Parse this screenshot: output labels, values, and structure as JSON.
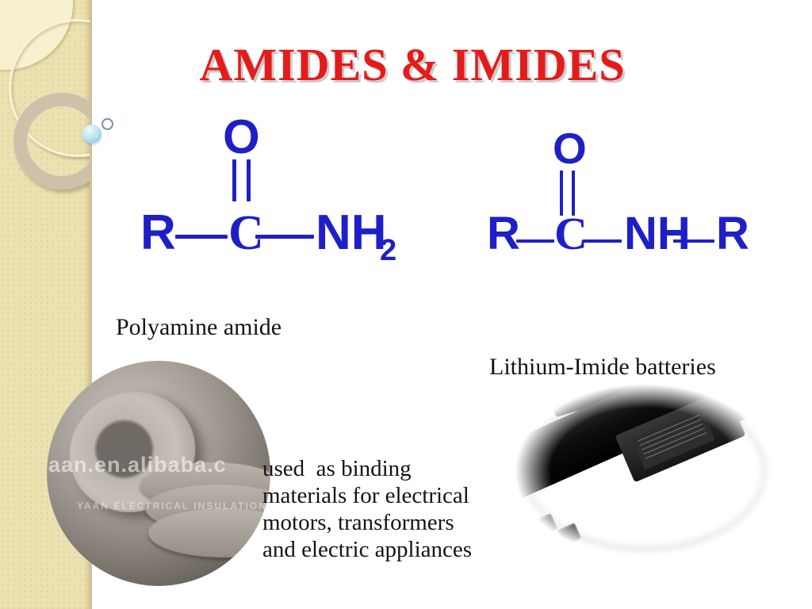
{
  "slide": {
    "title": "AMIDES & IMIDES",
    "structures": {
      "amide": {
        "o": "O",
        "r": "R",
        "c": "C",
        "n": "NH",
        "sub": "2"
      },
      "imide": {
        "o": "O",
        "r1": "R",
        "c": "C",
        "n": "NH",
        "r2": "R"
      }
    },
    "captions": {
      "polyamine": "Polyamine amide",
      "lithium": "Lithium-Imide batteries"
    },
    "usage_lines": [
      "used  as binding",
      "materials for electrical",
      "motors, transformers",
      "and electric appliances"
    ],
    "watermarks": {
      "line1": "aan.en.alibaba.c",
      "line2": "YAAN ELECTRICAL INSULATION"
    },
    "colors": {
      "title_red": "#e41b1b",
      "structure_blue": "#1f1fc8",
      "sidebar_beige": "#ece1b0",
      "accent_ball_blue": "#9ad2e4"
    }
  }
}
